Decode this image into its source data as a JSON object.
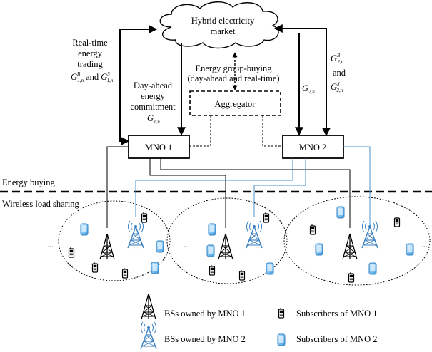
{
  "market": {
    "line1": "Hybrid electricity",
    "line2": "market"
  },
  "aggregator": {
    "label": "Aggregator"
  },
  "mno1": {
    "label": "MNO 1"
  },
  "mno2": {
    "label": "MNO 2"
  },
  "group_buying": {
    "line1": "Energy group-buying",
    "line2": "(day-ahead and real-time)"
  },
  "realtime_trading": {
    "line1": "Real-time",
    "line2": "energy",
    "line3": "trading",
    "g_b": "G",
    "g_b_sup": "B",
    "g_b_sub": "1,n",
    "and": "and",
    "g_s": "G",
    "g_s_sup": "S",
    "g_s_sub": "1,n"
  },
  "dayahead": {
    "line1": "Day-ahead",
    "line2": "energy",
    "line3": "commitment",
    "g": "G",
    "g_sub": "1,n"
  },
  "g2n": {
    "g": "G",
    "g_sub": "2,n"
  },
  "mno2_trading": {
    "g_b": "G",
    "g_b_sup": "B",
    "g_b_sub": "2,n",
    "and": "and",
    "g_s": "G",
    "g_s_sup": "S",
    "g_s_sub": "2,n"
  },
  "section_energy": "Energy buying",
  "section_wireless": "Wireless load sharing",
  "ellipsis": "...",
  "legend": {
    "bs1": "BSs owned by MNO 1",
    "bs2": "BSs owned by MNO 2",
    "sub1": "Subscribers of MNO 1",
    "sub2": "Subscribers of MNO 2"
  },
  "colors": {
    "mno1": "#000000",
    "mno2": "#4a8fc8",
    "phone2": "#5aa6e0"
  }
}
